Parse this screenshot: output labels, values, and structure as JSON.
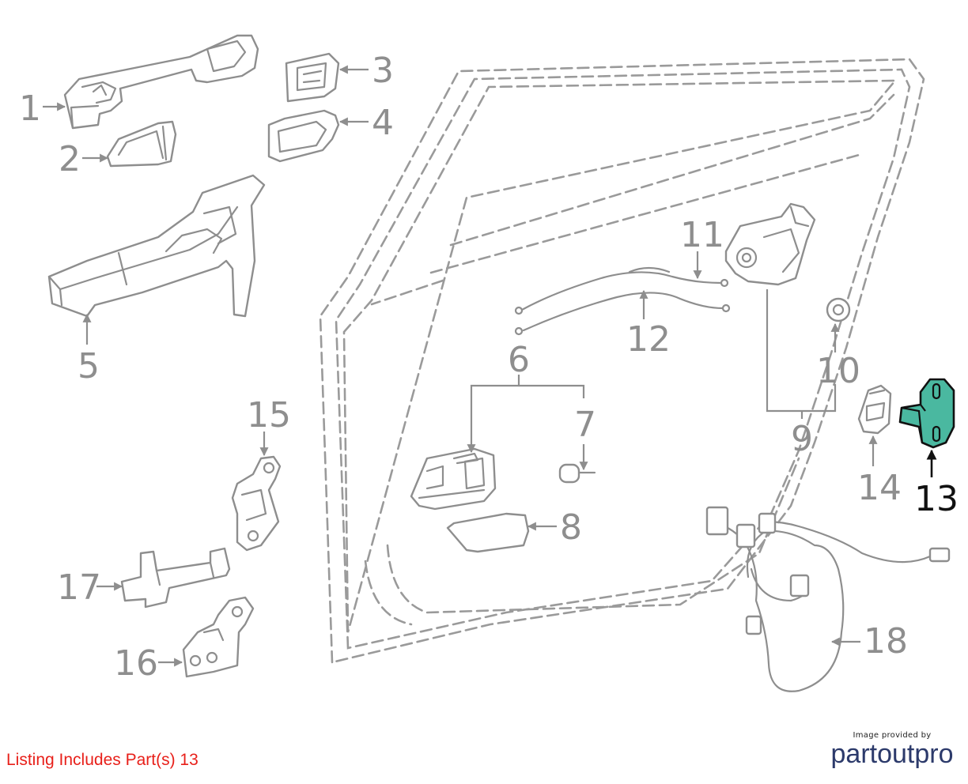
{
  "callouts": [
    {
      "id": "1",
      "label": "1"
    },
    {
      "id": "2",
      "label": "2"
    },
    {
      "id": "3",
      "label": "3"
    },
    {
      "id": "4",
      "label": "4"
    },
    {
      "id": "5",
      "label": "5"
    },
    {
      "id": "6",
      "label": "6"
    },
    {
      "id": "7",
      "label": "7"
    },
    {
      "id": "8",
      "label": "8"
    },
    {
      "id": "9",
      "label": "9"
    },
    {
      "id": "10",
      "label": "10"
    },
    {
      "id": "11",
      "label": "11"
    },
    {
      "id": "12",
      "label": "12"
    },
    {
      "id": "13",
      "label": "13"
    },
    {
      "id": "14",
      "label": "14"
    },
    {
      "id": "15",
      "label": "15"
    },
    {
      "id": "16",
      "label": "16"
    },
    {
      "id": "17",
      "label": "17"
    },
    {
      "id": "18",
      "label": "18"
    }
  ],
  "highlighted_part": "13",
  "colors": {
    "highlight_fill": "#4ab8a0",
    "listing_text": "#e8201a",
    "brand": "#2c3a6b",
    "part_stroke": "#8e8e8e"
  },
  "footer": {
    "listing_text": "Listing Includes Part(s) 13",
    "credit_line": "Image provided by",
    "brand_name": "partoutpro"
  }
}
